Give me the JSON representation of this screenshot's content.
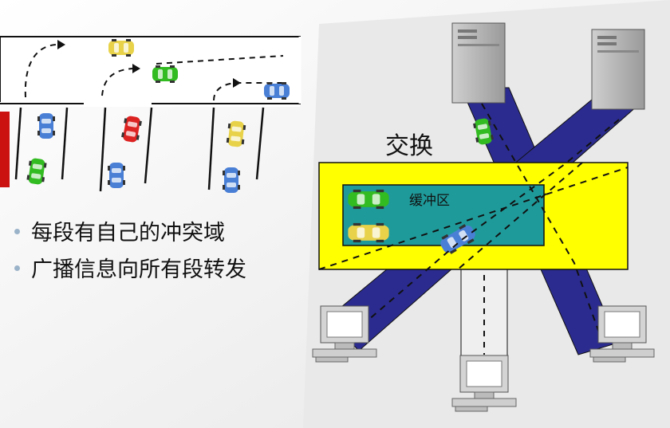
{
  "diagram": {
    "bullets": [
      "每段有自己的冲突域",
      "广播信息向所有段转发"
    ],
    "switch_label": "交换",
    "buffer_label": "缓冲区",
    "colors": {
      "background": "#ffffff",
      "backdrop_gray": "#e9e9e9",
      "switch_box": "#ffff00",
      "buffer": "#1f9a9a",
      "link_band": "#2b2b8f",
      "white_band": "#efefef",
      "car_green": "#33bb22",
      "car_yellow": "#e8d24a",
      "car_blue": "#4a7fd6",
      "car_red": "#dd2222"
    },
    "icons": [
      "server-icon",
      "server-icon",
      "monitor-icon",
      "monitor-icon",
      "monitor-icon",
      "car-icon"
    ]
  }
}
